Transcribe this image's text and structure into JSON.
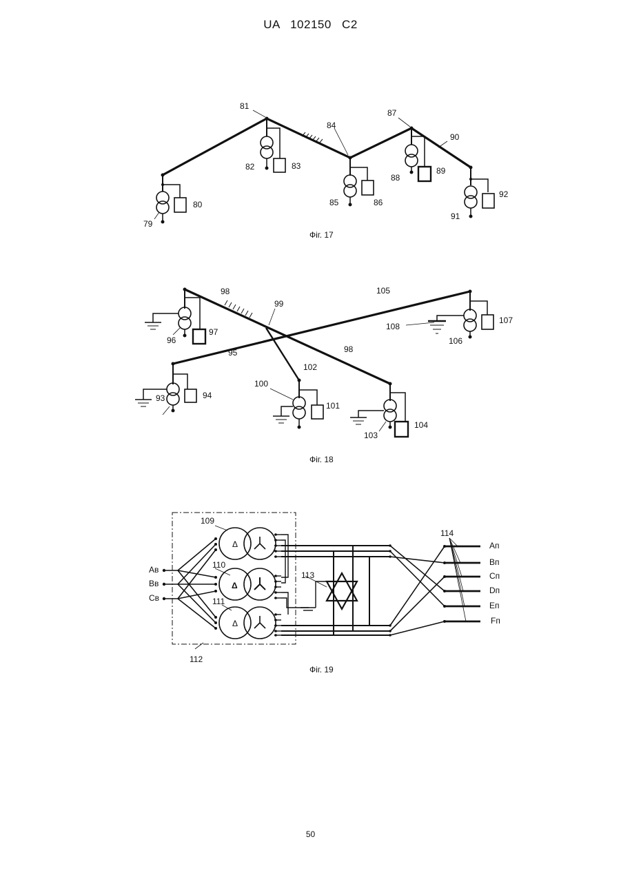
{
  "header": {
    "title": "UA   102150   C2"
  },
  "page_number": "50",
  "fig17": {
    "caption": "Фіг. 17",
    "labels": [
      "79",
      "80",
      "81",
      "82",
      "83",
      "84",
      "85",
      "86",
      "87",
      "88",
      "89",
      "90",
      "91",
      "92"
    ]
  },
  "fig18": {
    "caption": "Фіг. 18",
    "labels": [
      "93",
      "94",
      "95",
      "96",
      "97",
      "98",
      "98",
      "99",
      "100",
      "101",
      "102",
      "103",
      "104",
      "105",
      "106",
      "107",
      "108"
    ]
  },
  "fig19": {
    "caption": "Фіг. 19",
    "labels": [
      "109",
      "110",
      "111",
      "112",
      "113",
      "114"
    ],
    "inputs": [
      "Ав",
      "Вв",
      "Св"
    ],
    "outputs": [
      "Ап",
      "Вп",
      "Сп",
      "Dп",
      "Еп",
      "Fп"
    ],
    "delta_symbol": "Δ"
  }
}
